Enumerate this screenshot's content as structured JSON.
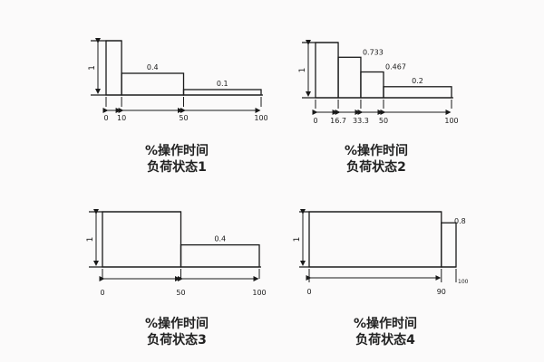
{
  "chart_data": [
    {
      "type": "bar",
      "title": "负荷状态1",
      "xlabel": "%操作时间",
      "ylabel": "1",
      "x_ticks": [
        "0",
        "10",
        "50",
        "100"
      ],
      "segments": [
        {
          "x_start": 0,
          "x_end": 10,
          "value": 1
        },
        {
          "x_start": 10,
          "x_end": 50,
          "value": 0.4
        },
        {
          "x_start": 50,
          "x_end": 100,
          "value": 0.1
        }
      ],
      "value_labels": [
        "",
        "0.4",
        "0.1"
      ],
      "xlim": [
        0,
        100
      ],
      "ylim": [
        0,
        1
      ]
    },
    {
      "type": "bar",
      "title": "负荷状态2",
      "xlabel": "%操作时间",
      "ylabel": "1",
      "x_ticks": [
        "0",
        "16.7",
        "33.3",
        "50",
        "100"
      ],
      "segments": [
        {
          "x_start": 0,
          "x_end": 16.7,
          "value": 1
        },
        {
          "x_start": 16.7,
          "x_end": 33.3,
          "value": 0.733
        },
        {
          "x_start": 33.3,
          "x_end": 50,
          "value": 0.467
        },
        {
          "x_start": 50,
          "x_end": 100,
          "value": 0.2
        }
      ],
      "value_labels": [
        "",
        "0.733",
        "0.467",
        "0.2"
      ],
      "xlim": [
        0,
        100
      ],
      "ylim": [
        0,
        1
      ]
    },
    {
      "type": "bar",
      "title": "负荷状态3",
      "xlabel": "%操作时间",
      "ylabel": "1",
      "x_ticks": [
        "0",
        "50",
        "100"
      ],
      "segments": [
        {
          "x_start": 0,
          "x_end": 50,
          "value": 1
        },
        {
          "x_start": 50,
          "x_end": 100,
          "value": 0.4
        }
      ],
      "value_labels": [
        "",
        "0.4"
      ],
      "xlim": [
        0,
        100
      ],
      "ylim": [
        0,
        1
      ]
    },
    {
      "type": "bar",
      "title": "负荷状态4",
      "xlabel": "%操作时间",
      "ylabel": "1",
      "x_ticks": [
        "0",
        "90",
        "100"
      ],
      "segments": [
        {
          "x_start": 0,
          "x_end": 90,
          "value": 1
        },
        {
          "x_start": 90,
          "x_end": 100,
          "value": 0.8
        }
      ],
      "value_labels": [
        "",
        "0.8"
      ],
      "xlim": [
        0,
        100
      ],
      "ylim": [
        0,
        1
      ]
    }
  ],
  "captions": [
    {
      "xlabel": "%操作时间",
      "title": "负荷状态1"
    },
    {
      "xlabel": "%操作时间",
      "title": "负荷状态2"
    },
    {
      "xlabel": "%操作时间",
      "title": "负荷状态3"
    },
    {
      "xlabel": "%操作时间",
      "title": "负荷状态4"
    }
  ],
  "colors": {
    "line": "#1a1a1a",
    "background": "#fbfafa"
  }
}
